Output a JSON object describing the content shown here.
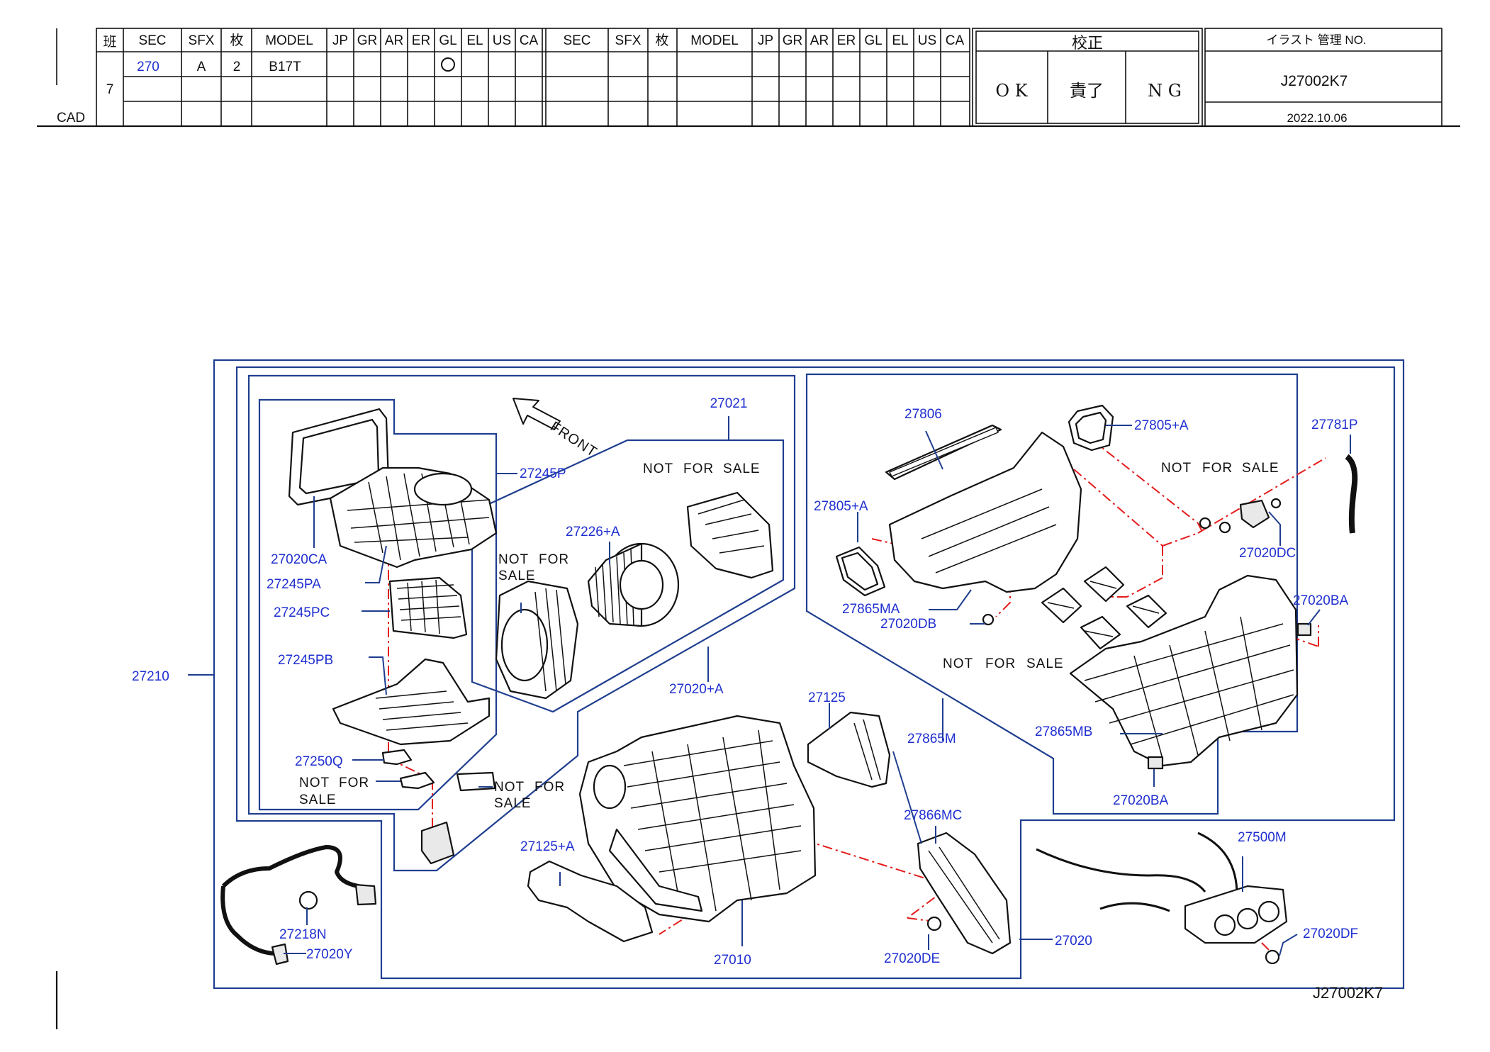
{
  "title_block": {
    "cad_label": "CAD",
    "han_label": "班",
    "han_value": "7",
    "columns_left": [
      "SEC",
      "SFX",
      "枚",
      "MODEL",
      "JP",
      "GR",
      "AR",
      "ER",
      "GL",
      "EL",
      "US",
      "CA"
    ],
    "columns_right": [
      "SEC",
      "SFX",
      "枚",
      "MODEL",
      "JP",
      "GR",
      "AR",
      "ER",
      "GL",
      "EL",
      "US",
      "CA"
    ],
    "row1": {
      "sec": "270",
      "sfx": "A",
      "sheets": "2",
      "model": "B17T"
    },
    "check": {
      "title": "校正",
      "ok": "O K",
      "done": "責了",
      "ng": "N G"
    },
    "illust": {
      "label": "イラスト 管理 NO.",
      "number": "J27002K7",
      "date": "2022.10.06"
    }
  },
  "diagram": {
    "front_label": "FRONT",
    "not_for_sale_word1": "NOT",
    "not_for_sale_word2": "FOR",
    "not_for_sale_word3": "SALE",
    "parts": {
      "p27021": "27021",
      "p27245P": "27245P",
      "p27020CA": "27020CA",
      "p27245PA": "27245PA",
      "p27245PC": "27245PC",
      "p27245PB": "27245PB",
      "p27250Q": "27250Q",
      "p27226A": "27226+A",
      "p27020A": "27020+A",
      "p27210": "27210",
      "p27125": "27125",
      "p27125A": "27125+A",
      "p27218N": "27218N",
      "p27020Y": "27020Y",
      "p27010": "27010",
      "p27806": "27806",
      "p27805A_top": "27805+A",
      "p27805A_left": "27805+A",
      "p27781P": "27781P",
      "p27020DC": "27020DC",
      "p27865MA": "27865MA",
      "p27020DB": "27020DB",
      "p27020BA_top": "27020BA",
      "p27865MB": "27865MB",
      "p27865M": "27865M",
      "p27020BA_bottom": "27020BA",
      "p27866MC": "27866MC",
      "p27500M": "27500M",
      "p27020DF": "27020DF",
      "p27020DE": "27020DE",
      "p27020": "27020"
    },
    "drawing_number": "J27002K7"
  },
  "colors": {
    "label_blue": "#1f2fd0",
    "frame_blue": "#1f3e8f",
    "chain_red": "#e41b1b",
    "ink": "#111111"
  }
}
